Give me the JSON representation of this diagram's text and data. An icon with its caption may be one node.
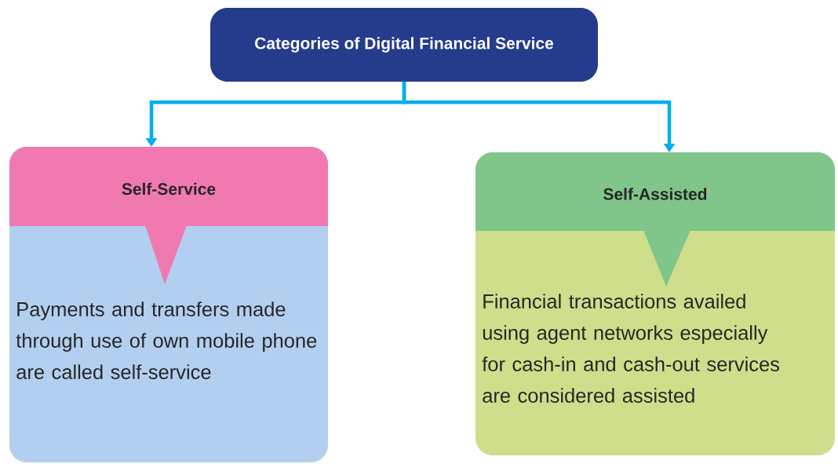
{
  "diagram": {
    "nodes": [
      {
        "text": [
          "Categories of Digital Financial Service"
        ]
      },
      {
        "text": [
          "Self-Service",
          "Payments and transfers made through use of own mobile phone are called self-service"
        ]
      },
      {
        "text": [
          "Self-Assisted",
          "Financial transactions availed using agent networks especially for cash-in and cash-out services are considered assisted"
        ]
      }
    ],
    "edges": [
      {
        "from": 0,
        "to": 1,
        "arrow": "to"
      },
      {
        "from": 0,
        "to": 2,
        "arrow": "to"
      }
    ]
  }
}
